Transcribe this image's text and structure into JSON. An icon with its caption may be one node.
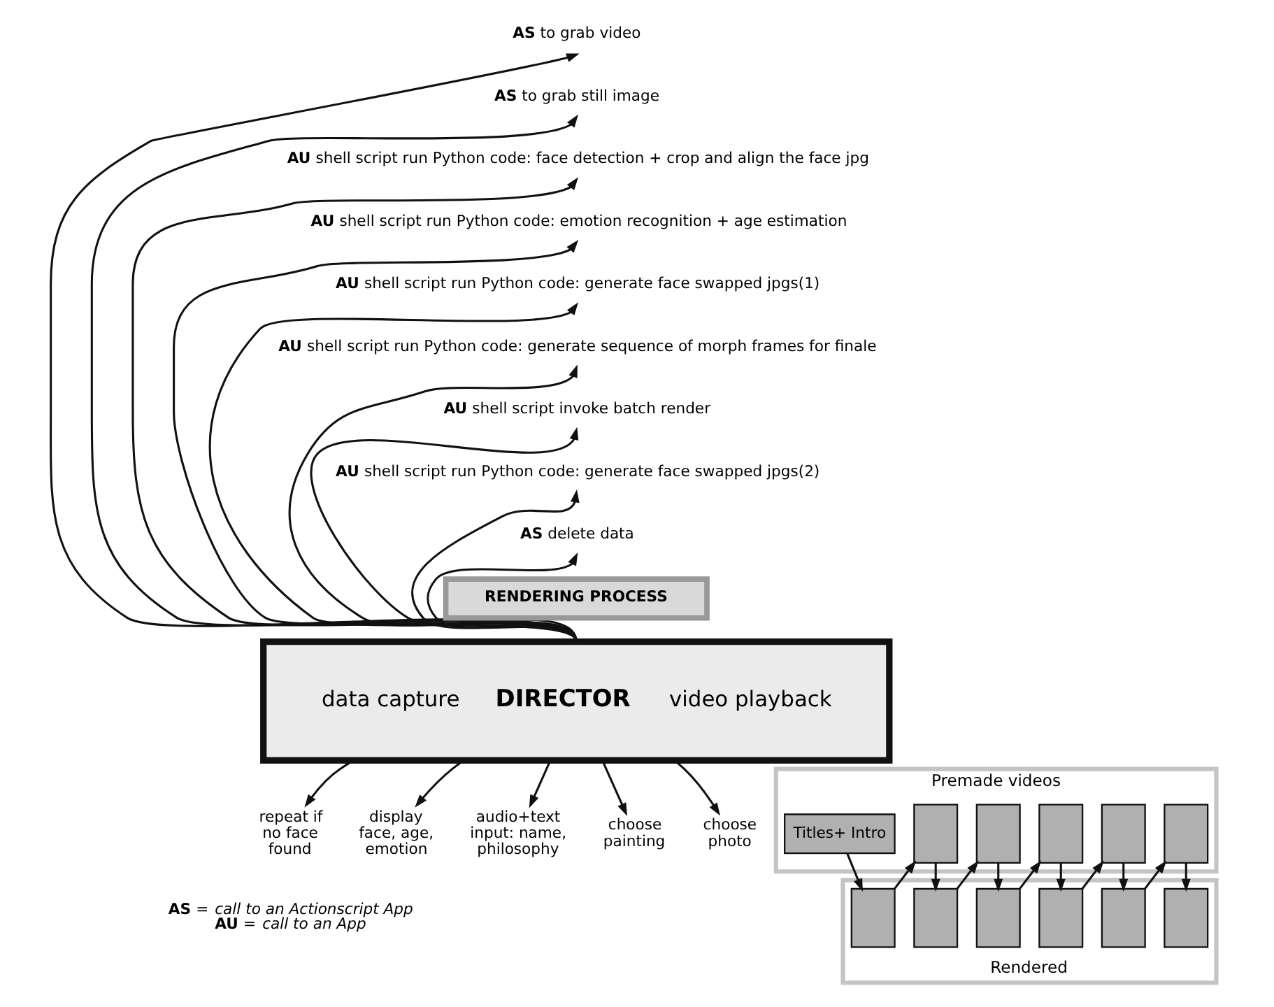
{
  "diagram": {
    "nodes": [
      {
        "text": [
          "data capture",
          "DIRECTOR",
          "video playback"
        ]
      },
      {
        "text": [
          "RENDERING PROCESS"
        ]
      },
      {
        "text": [
          "**AS** to grab video"
        ]
      },
      {
        "text": [
          "**AS** to grab still image"
        ]
      },
      {
        "text": [
          "**AU** shell script run Python code: face detection + crop and align the face jpg"
        ]
      },
      {
        "text": [
          "**AU** shell script run Python code: emotion recognition + age estimation"
        ]
      },
      {
        "text": [
          "**AU** shell script run Python code: generate face swapped jpgs(1)"
        ]
      },
      {
        "text": [
          "**AU** shell script run Python code: generate sequence of morph frames for finale"
        ]
      },
      {
        "text": [
          "**AU** shell script invoke batch render"
        ]
      },
      {
        "text": [
          "**AU** shell script run Python code: generate face swapped jpgs(2)"
        ]
      },
      {
        "text": [
          "**AS** delete data"
        ]
      },
      {
        "text": [
          "repeat if no face found"
        ]
      },
      {
        "text": [
          "display face, age, emotion"
        ]
      },
      {
        "text": [
          "audio+text input: name, philosophy"
        ]
      },
      {
        "text": [
          "choose painting"
        ]
      },
      {
        "text": [
          "choose photo"
        ]
      },
      {
        "text": [
          "Premade videos"
        ]
      },
      {
        "text": [
          "Titles+ Intro"
        ],
        "in": 16
      },
      {
        "text": [],
        "shape": "box",
        "in": 16
      },
      {
        "text": [],
        "shape": "box",
        "in": 16
      },
      {
        "text": [],
        "shape": "box",
        "in": 16
      },
      {
        "text": [],
        "shape": "box",
        "in": 16
      },
      {
        "text": [],
        "shape": "box",
        "in": 16
      },
      {
        "text": [
          "Rendered"
        ]
      },
      {
        "text": [],
        "shape": "box",
        "in": 23
      },
      {
        "text": [],
        "shape": "box",
        "in": 23
      },
      {
        "text": [],
        "shape": "box",
        "in": 23
      },
      {
        "text": [],
        "shape": "box",
        "in": 23
      },
      {
        "text": [],
        "shape": "box",
        "in": 23
      },
      {
        "text": [],
        "shape": "box",
        "in": 23
      }
    ],
    "edges": [
      {
        "from": 0,
        "to": 2,
        "arrow": "to"
      },
      {
        "from": 0,
        "to": 3,
        "arrow": "to"
      },
      {
        "from": 0,
        "to": 4,
        "arrow": "to"
      },
      {
        "from": 0,
        "to": 5,
        "arrow": "to"
      },
      {
        "from": 0,
        "to": 6,
        "arrow": "to"
      },
      {
        "from": 0,
        "to": 7,
        "arrow": "to"
      },
      {
        "from": 0,
        "to": 8,
        "arrow": "to"
      },
      {
        "from": 0,
        "to": 9,
        "arrow": "to"
      },
      {
        "from": 0,
        "to": 10,
        "arrow": "to"
      },
      {
        "from": 0,
        "to": 11,
        "arrow": "to"
      },
      {
        "from": 0,
        "to": 12,
        "arrow": "to"
      },
      {
        "from": 0,
        "to": 13,
        "arrow": "to"
      },
      {
        "from": 0,
        "to": 14,
        "arrow": "to"
      },
      {
        "from": 0,
        "to": 15,
        "arrow": "to"
      },
      {
        "from": 17,
        "to": 24,
        "arrow": "to"
      },
      {
        "from": 24,
        "to": 18,
        "arrow": "to"
      },
      {
        "from": 18,
        "to": 25,
        "arrow": "to"
      },
      {
        "from": 25,
        "to": 19,
        "arrow": "to"
      },
      {
        "from": 19,
        "to": 26,
        "arrow": "to"
      },
      {
        "from": 26,
        "to": 20,
        "arrow": "to"
      },
      {
        "from": 20,
        "to": 27,
        "arrow": "to"
      },
      {
        "from": 27,
        "to": 21,
        "arrow": "to"
      },
      {
        "from": 21,
        "to": 28,
        "arrow": "to"
      },
      {
        "from": 28,
        "to": 22,
        "arrow": "to"
      },
      {
        "from": 22,
        "to": 29,
        "arrow": "to"
      }
    ],
    "labels": [
      "**AS** = *call to an Actionscript App*",
      "**AU** = *call to an App*"
    ]
  }
}
